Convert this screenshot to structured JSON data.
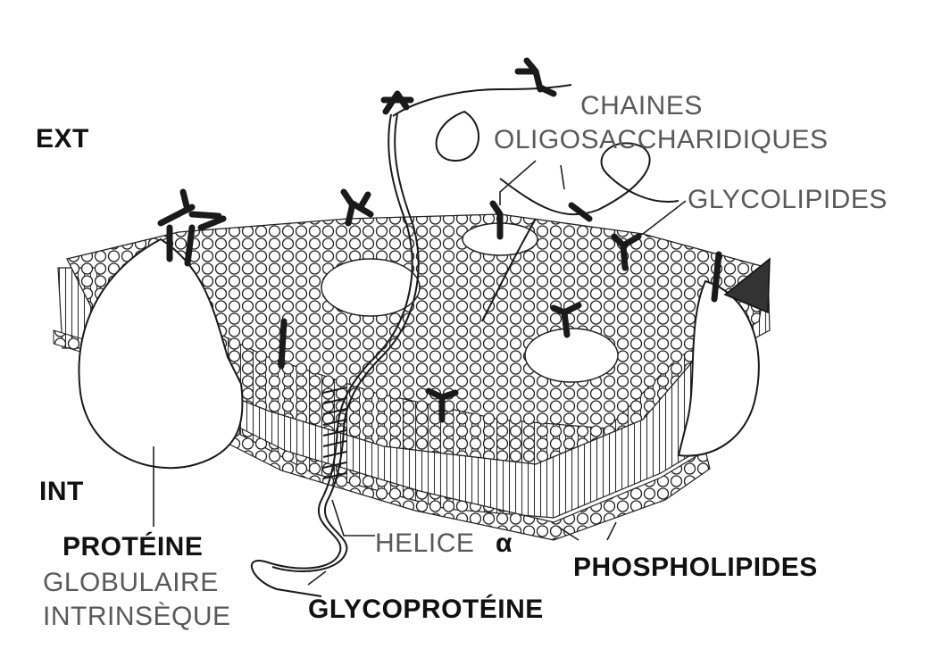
{
  "labels": {
    "ext": "EXT",
    "int": "INT",
    "chaines": "CHAINES",
    "oligosaccharidiques": "OLIGOSACCHARIDIQUES",
    "glycolipides": "GLYCOLIPIDES",
    "proteine": "PROTÉINE",
    "globulaire": "GLOBULAIRE",
    "intrinseque": "INTRINSÈQUE",
    "helice": "HELICE",
    "alpha": "α",
    "phospholipides": "PHOSPHOLIPIDES",
    "glycoproteine": "GLYCOPROTÉINE"
  }
}
